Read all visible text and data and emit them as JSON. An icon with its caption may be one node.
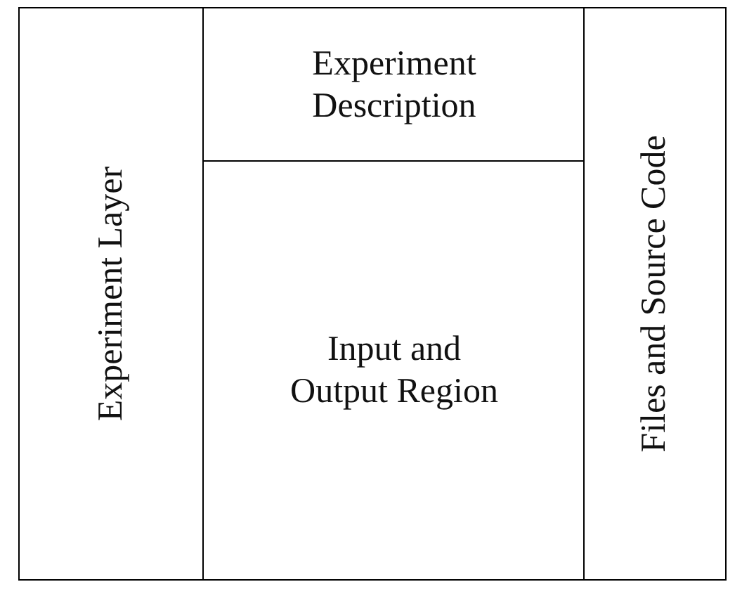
{
  "diagram": {
    "nodes": [
      {
        "text": [
          "Experiment Layer"
        ]
      },
      {
        "text": [
          "Experiment Description"
        ]
      },
      {
        "text": [
          "Input and Output Region"
        ]
      },
      {
        "text": [
          "Files and Source Code"
        ]
      }
    ]
  }
}
